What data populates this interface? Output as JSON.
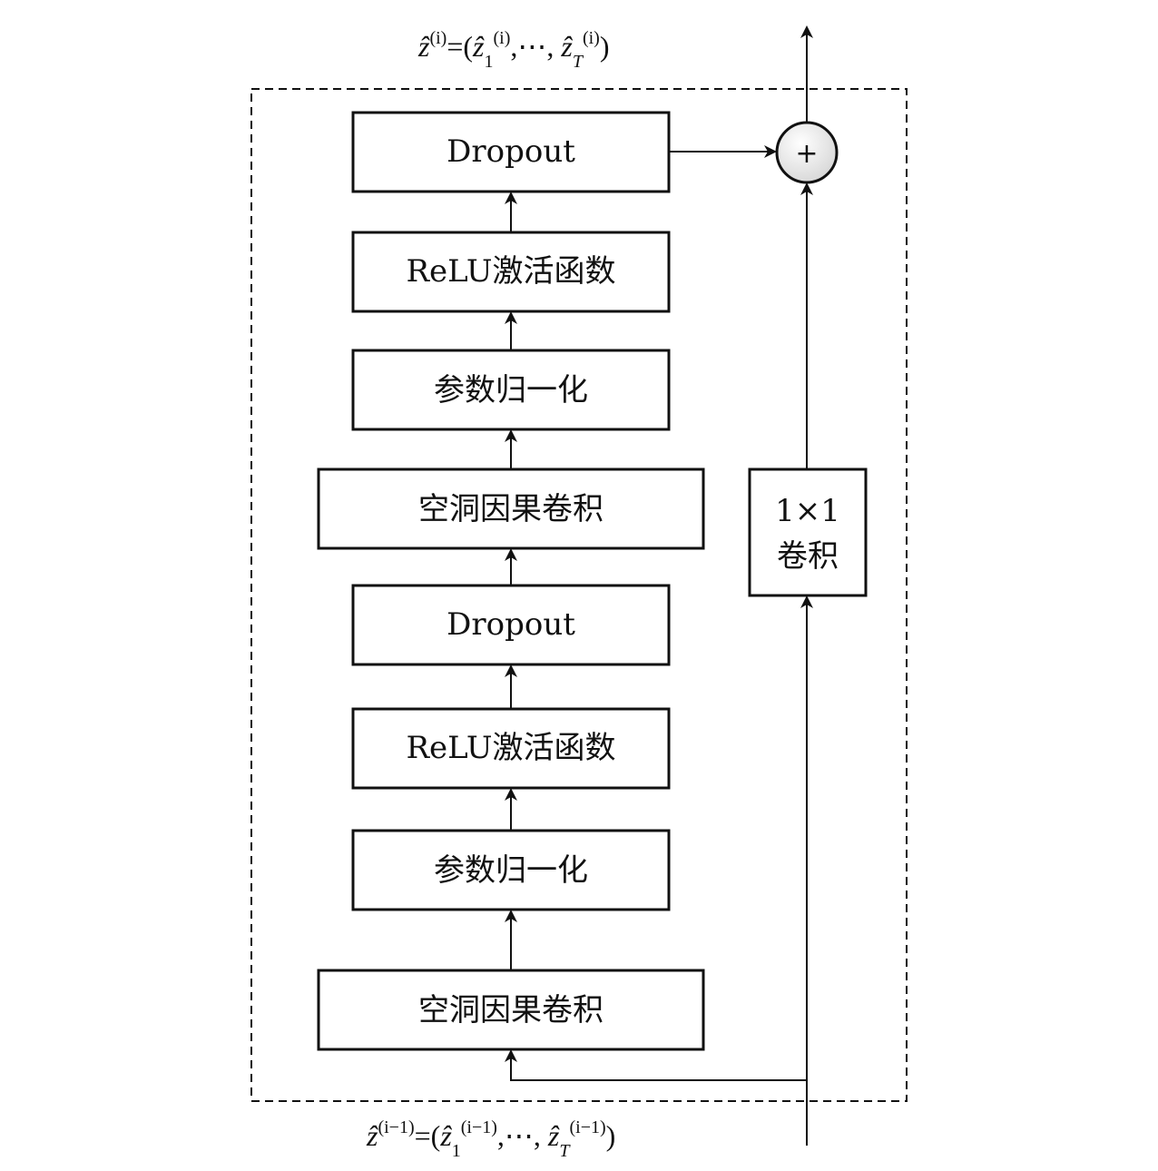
{
  "diagram": {
    "output_formula": {
      "z": "ẑ",
      "sup": "(i)",
      "eq": "=(",
      "z1": "ẑ",
      "sub1": "1",
      "sup1": "(i)",
      "dots": ",⋯, ",
      "zT": "ẑ",
      "subT": "T",
      "supT": "(i)",
      "close": ")"
    },
    "input_formula": {
      "z": "ẑ",
      "sup": "(i−1)",
      "eq": "=(",
      "z1": "ẑ",
      "sub1": "1",
      "sup1": "(i−1)",
      "dots": ",⋯, ",
      "zT": "ẑ",
      "subT": "T",
      "supT": "(i−1)",
      "close": ")"
    },
    "blocks": [
      {
        "id": "dropout-top",
        "label": "Dropout"
      },
      {
        "id": "relu-top",
        "label": "ReLU激活函数"
      },
      {
        "id": "weightnorm-top",
        "label": "参数归一化"
      },
      {
        "id": "dilated-conv-top",
        "label": "空洞因果卷积"
      },
      {
        "id": "dropout-bottom",
        "label": "Dropout"
      },
      {
        "id": "relu-bottom",
        "label": "ReLU激活函数"
      },
      {
        "id": "weightnorm-bottom",
        "label": "参数归一化"
      },
      {
        "id": "dilated-conv-bottom",
        "label": "空洞因果卷积"
      }
    ],
    "residual_conv": {
      "line1": "1×1",
      "line2": "卷积"
    },
    "sum_symbol": "+"
  }
}
